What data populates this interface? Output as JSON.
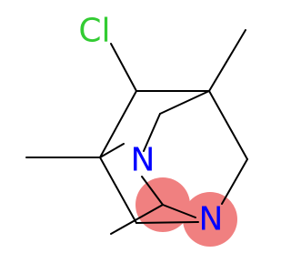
{
  "molecule": {
    "atoms": {
      "chlorine": {
        "label": "Cl",
        "color": "#33cc33"
      },
      "nitrogen_1": {
        "label": "N",
        "color": "#0000ff"
      },
      "nitrogen_2": {
        "label": "N",
        "color": "#0000ff"
      }
    },
    "highlight": {
      "color": "#f08080",
      "atoms": [
        "nitrogen_2",
        "bridge_carbon"
      ]
    },
    "bond_color": "#000000"
  }
}
